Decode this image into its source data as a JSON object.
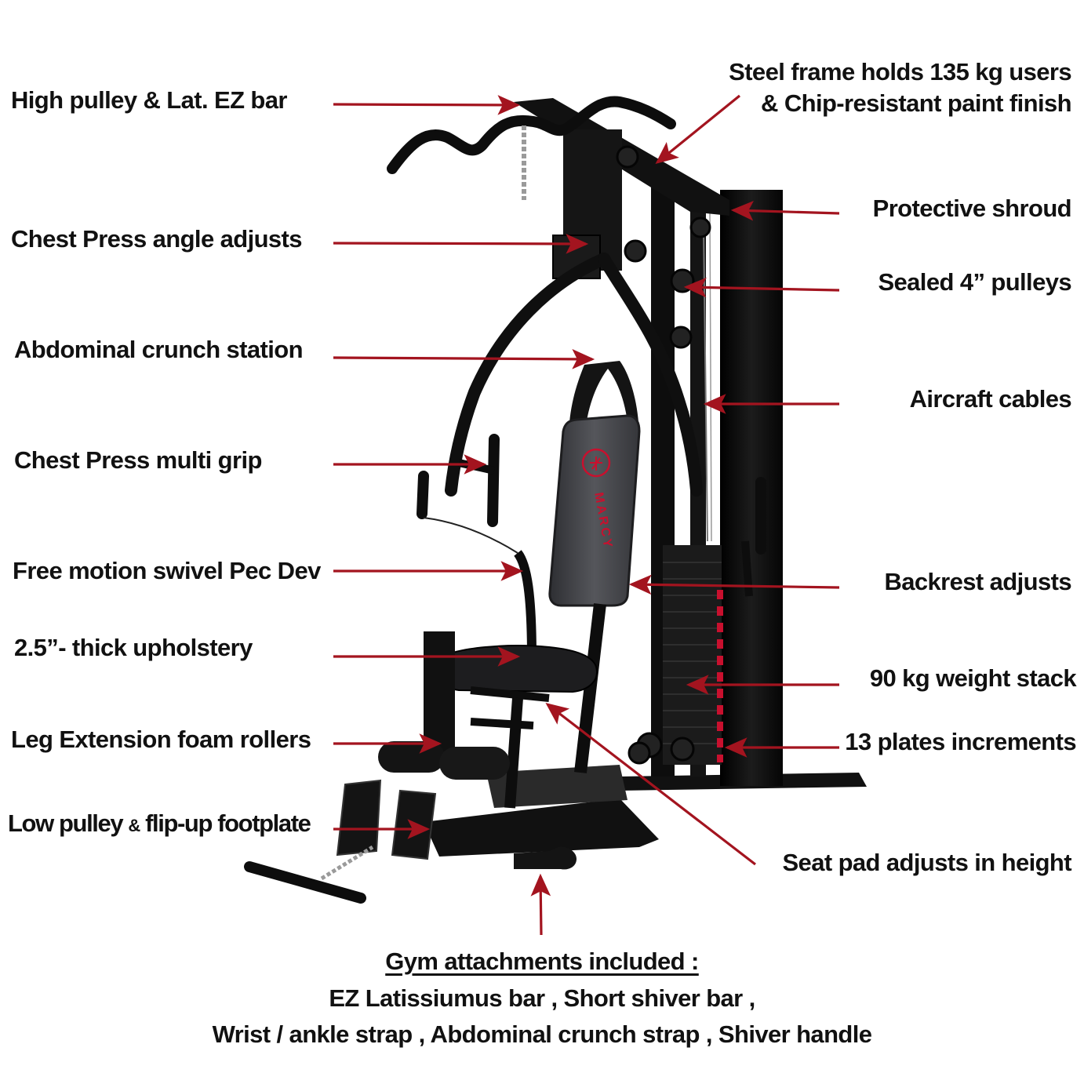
{
  "colors": {
    "arrow": "#a3141f",
    "text": "#111111",
    "frame": "#0b0b0b",
    "pad": "#4a4b4f",
    "accent": "#c8102e"
  },
  "brand": {
    "logo_text": "MARCY"
  },
  "labels": {
    "high_pulley": "High pulley & Lat. EZ bar",
    "chest_angle": "Chest Press angle adjusts",
    "ab_station": "Abdominal crunch station",
    "multi_grip": "Chest Press multi grip",
    "pec_dev": "Free motion swivel Pec Dev",
    "upholstery": "2.5”- thick upholstery",
    "foam_rollers": "Leg Extension foam rollers",
    "low_pulley_a": "Low pulley ",
    "low_pulley_amp": "&",
    "low_pulley_b": " flip-up footplate",
    "steel_frame_1": "Steel frame holds 135 kg users",
    "steel_frame_2": "& Chip-resistant paint finish",
    "shroud": "Protective shroud",
    "pulleys": "Sealed 4” pulleys",
    "cables": "Aircraft cables",
    "backrest": "Backrest adjusts",
    "stack": "90 kg weight stack",
    "plates": "13 plates increments",
    "seat_pad": "Seat pad adjusts in height"
  },
  "footer": {
    "heading": "Gym attachments  included :",
    "line1": "EZ Latissiumus  bar ,  Short shiver bar ,",
    "line2": "Wrist / ankle strap , Abdominal crunch strap , Shiver handle"
  }
}
